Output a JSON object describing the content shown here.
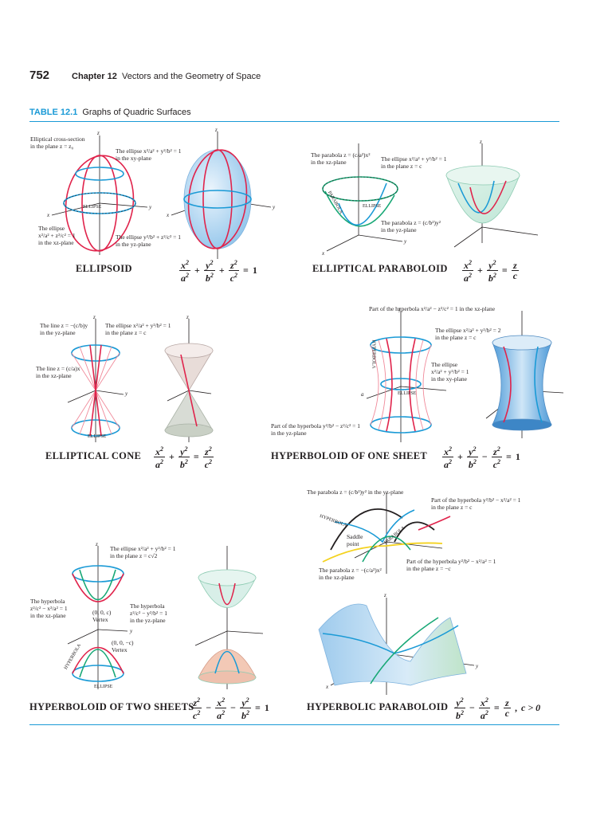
{
  "header": {
    "page_number": "752",
    "chapter_label": "Chapter 12",
    "chapter_title": "Vectors and the Geometry of Space"
  },
  "table": {
    "label": "TABLE 12.1",
    "title": "Graphs of Quadric Surfaces"
  },
  "colors": {
    "accent": "#1a9ad6",
    "red": "#e0234b",
    "green": "#18a876",
    "yellow": "#f4d21f"
  },
  "surfaces": {
    "ellipsoid": {
      "name": "ELLIPSOID",
      "equation": [
        "x2/a2",
        "+",
        "y2/b2",
        "+",
        "z2/c2",
        "=",
        "1"
      ],
      "annotations": {
        "a1": "Elliptical cross-section\nin the plane z = z₀",
        "a2": "The ellipse x²/a² + y²/b² = 1\nin the xy-plane",
        "a3": "The ellipse\nx²/a² + z²/c² = 1\nin the xz-plane",
        "a4": "The ellipse y²/b² + z²/c² = 1\nin the yz-plane",
        "ellipse_label": "ELLIPSE"
      }
    },
    "elliptical_paraboloid": {
      "name": "ELLIPTICAL PARABOLOID",
      "equation": [
        "x2/a2",
        "+",
        "y2/b2",
        "=",
        "z/c"
      ],
      "annotations": {
        "a1": "The parabola z = (c/a²)x²\nin the xz-plane",
        "a2": "The ellipse x²/a² + y²/b² = 1\nin the plane z = c",
        "a3": "The parabola z = (c/b²)y²\nin the yz-plane",
        "parabola_label": "PARABOLA",
        "ellipse_label": "ELLIPSE"
      }
    },
    "elliptical_cone": {
      "name": "ELLIPTICAL CONE",
      "equation": [
        "x2/a2",
        "+",
        "y2/b2",
        "=",
        "z2/c2"
      ],
      "annotations": {
        "a1": "The line z = −(c/b)y\nin the yz-plane",
        "a2": "The ellipse x²/a² + y²/b² = 1\nin the plane z = c",
        "a3": "The line z = (c/a)x\nin the xz-plane",
        "ellipse_label": "ELLIPSE"
      }
    },
    "hyperboloid_one_sheet": {
      "name": "HYPERBOLOID OF ONE SHEET",
      "equation": [
        "x2/a2",
        "+",
        "y2/b2",
        "−",
        "z2/c2",
        "=",
        "1"
      ],
      "annotations": {
        "a1": "Part of the hyperbola x²/a² − z²/c² = 1 in the xz-plane",
        "a2": "The ellipse x²/a² + y²/b² = 2\nin the plane z = c",
        "a3": "The ellipse\nx²/a² + y²/b² = 1\nin the xy-plane",
        "a4": "Part of the hyperbola y²/b² − z²/c² = 1\nin the yz-plane",
        "hyperbola_label": "HYPERBOLA",
        "ellipse_label": "ELLIPSE"
      }
    },
    "hyperboloid_two_sheets": {
      "name": "HYPERBOLOID OF TWO SHEETS",
      "equation": [
        "z2/c2",
        "−",
        "x2/a2",
        "−",
        "y2/b2",
        "=",
        "1"
      ],
      "annotations": {
        "a1": "The ellipse x²/a² + y²/b² = 1\nin the plane z = c√2",
        "a2": "The hyperbola\nz²/c² − x²/a² = 1\nin the xz-plane",
        "a3": "The hyperbola\nz²/c² − y²/b² = 1\nin the yz-plane",
        "v1": "(0, 0, c)\nVertex",
        "v2": "(0, 0, −c)\nVertex",
        "hyperbola_label": "HYPERBOLA",
        "ellipse_label": "ELLIPSE"
      }
    },
    "hyperbolic_paraboloid": {
      "name": "HYPERBOLIC PARABOLOID",
      "equation": [
        "y2/b2",
        "−",
        "x2/a2",
        "=",
        "z/c",
        ",",
        "c > 0"
      ],
      "annotations": {
        "a1": "The parabola z = (c/b²)y² in the yz-plane",
        "a2": "Part of the hyperbola y²/b² − x²/a² = 1\nin the plane z = c",
        "a3": "Saddle\npoint",
        "a4": "The parabola z = −(c/a²)x²\nin the xz-plane",
        "a5": "Part of the hyperbola y²/b² − x²/a² = 1\nin the plane z = −c",
        "hyperbola_label": "HYPERBOLA",
        "parabola_label": "PARABOLA"
      }
    }
  }
}
